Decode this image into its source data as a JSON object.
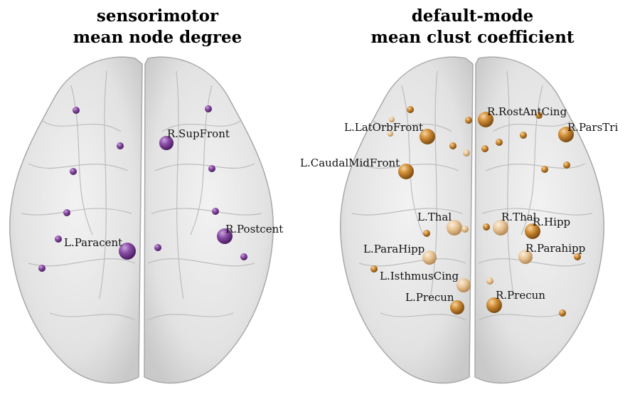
{
  "panels": [
    {
      "title_line1": "sensorimotor",
      "title_line2": "mean node degree",
      "node_color": "#7d3f98",
      "labels": [
        "R.SupFront",
        "L.Paracent",
        "R.Postcent"
      ]
    },
    {
      "title_line1": "default-mode",
      "title_line2": "mean clust coefficient",
      "node_color": "#c8862e",
      "labels": [
        "R.RostAntCing",
        "L.LatOrbFront",
        "R.ParsTri",
        "L.CaudalMidFront",
        "L.Thal",
        "R.Thal",
        "R.Hipp",
        "L.ParaHipp",
        "R.Parahipp",
        "L.IsthmusCing",
        "L.Precun",
        "R.Precun"
      ]
    }
  ]
}
